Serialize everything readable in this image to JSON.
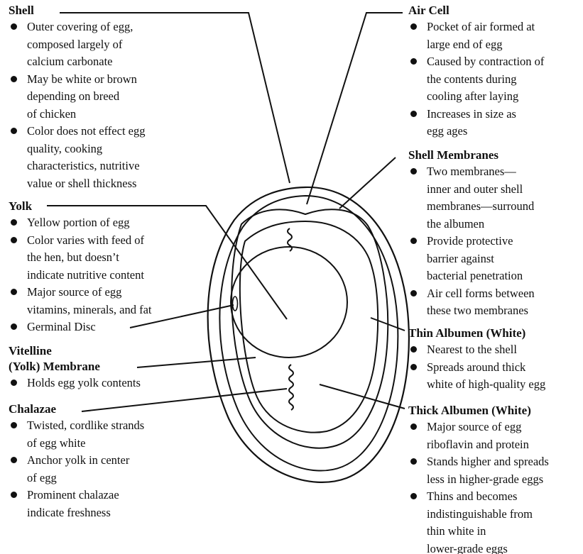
{
  "labels": {
    "shell": {
      "title": "Shell",
      "items": [
        "Outer covering of egg,\ncomposed largely of\ncalcium carbonate",
        "May be white or brown\ndepending on breed\nof chicken",
        "Color does not effect egg\nquality, cooking\ncharacteristics, nutritive\nvalue or shell thickness"
      ]
    },
    "yolk": {
      "title": "Yolk",
      "items": [
        "Yellow portion of egg",
        "Color varies with feed of\nthe hen, but doesn’t\nindicate nutritive content",
        "Major source of egg\nvitamins, minerals, and fat",
        "Germinal Disc"
      ]
    },
    "vitelline": {
      "title": "Vitelline\n(Yolk) Membrane",
      "items": [
        "Holds egg yolk contents"
      ]
    },
    "chalazae": {
      "title": "Chalazae",
      "items": [
        "Twisted, cordlike strands\nof egg white",
        "Anchor yolk in center\nof egg",
        "Prominent chalazae\nindicate freshness"
      ]
    },
    "air_cell": {
      "title": "Air Cell",
      "items": [
        "Pocket of air formed at\nlarge end of egg",
        "Caused by contraction of\nthe contents during\ncooling after laying",
        "Increases in size as\negg ages"
      ]
    },
    "shell_membranes": {
      "title": "Shell Membranes",
      "items": [
        "Two membranes—\ninner and outer shell\nmembranes—surround\nthe albumen",
        "Provide protective\nbarrier against\nbacterial penetration",
        "Air cell forms between\nthese two membranes"
      ]
    },
    "thin_albumen": {
      "title": "Thin Albumen (White)",
      "items": [
        "Nearest to the shell",
        "Spreads around thick\nwhite of high-quality egg"
      ]
    },
    "thick_albumen": {
      "title": "Thick Albumen (White)",
      "items": [
        "Major source of egg\nriboflavin and protein",
        "Stands higher and spreads\nless in higher-grade eggs",
        "Thins and becomes\nindistinguishable from\nthin white in\nlower-grade eggs"
      ]
    }
  }
}
